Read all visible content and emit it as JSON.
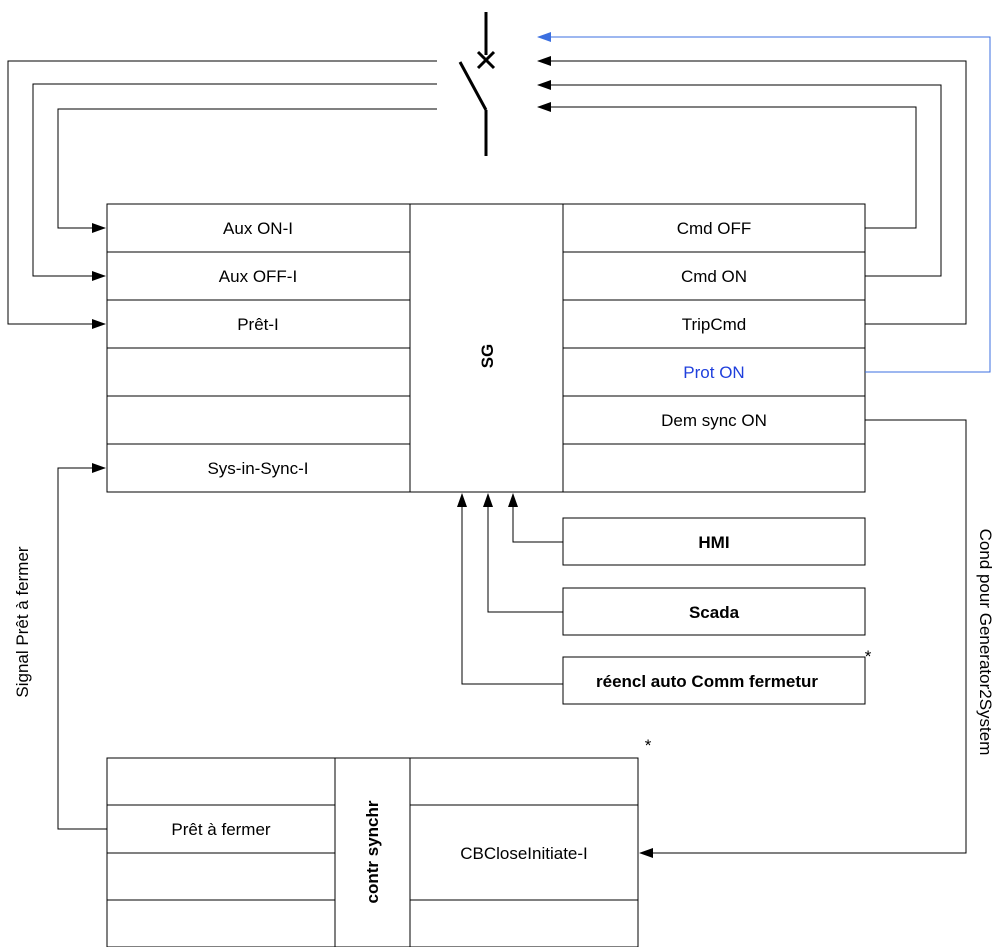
{
  "colors": {
    "line": "#000000",
    "highlight": "#1f3fdc",
    "highlight_line": "#3b6fe0"
  },
  "sg": {
    "title": "SG",
    "inputs": [
      "Aux ON-I",
      "Aux OFF-I",
      "Prêt-I",
      "",
      "",
      "Sys-in-Sync-I"
    ],
    "outputs": [
      "Cmd OFF",
      "Cmd ON",
      "TripCmd",
      "Prot ON",
      "Dem sync ON",
      ""
    ]
  },
  "sources": [
    {
      "label": "HMI"
    },
    {
      "label": "Scada"
    },
    {
      "label": "réencl auto Comm fermetur",
      "note": "*"
    }
  ],
  "synchro": {
    "title": "contr synchr",
    "note": "*",
    "left_rows": [
      "",
      "Prêt à fermer",
      "",
      ""
    ],
    "right_label": "CBCloseInitiate-I"
  },
  "side_labels": {
    "left": "Signal Prêt à fermer",
    "right": "Cond pour Generator2System"
  }
}
